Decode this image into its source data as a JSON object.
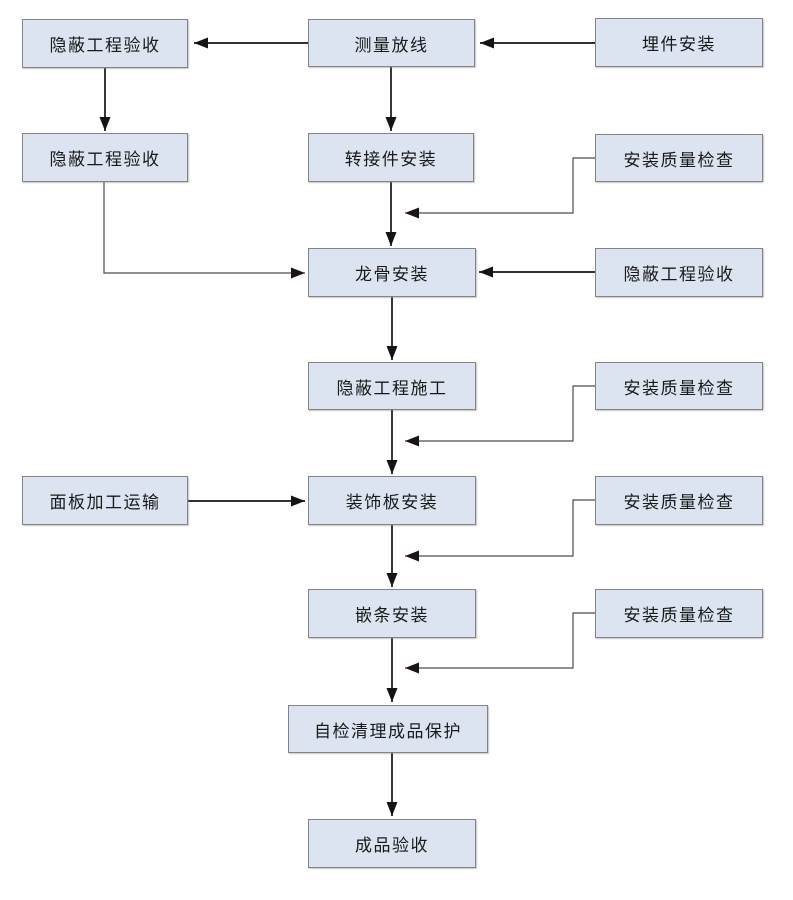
{
  "diagram": {
    "type": "flowchart",
    "colors": {
      "node_fill": "#dce4f1",
      "node_border": "#848484",
      "arrow": "#141414",
      "background": "#ffffff"
    },
    "nodes": {
      "hidden_acceptance_top": {
        "label": "隐蔽工程验收"
      },
      "measure_layout": {
        "label": "测量放线"
      },
      "embedded_install": {
        "label": "埋件安装"
      },
      "hidden_acceptance_left": {
        "label": "隐蔽工程验收"
      },
      "adapter_install": {
        "label": "转接件安装"
      },
      "quality_check_1": {
        "label": "安装质量检查"
      },
      "keel_install": {
        "label": "龙骨安装"
      },
      "hidden_acceptance_right": {
        "label": "隐蔽工程验收"
      },
      "hidden_construction": {
        "label": "隐蔽工程施工"
      },
      "quality_check_2": {
        "label": "安装质量检查"
      },
      "panel_transport": {
        "label": "面板加工运输"
      },
      "decorative_install": {
        "label": "装饰板安装"
      },
      "quality_check_3": {
        "label": "安装质量检查"
      },
      "strip_install": {
        "label": "嵌条安装"
      },
      "quality_check_4": {
        "label": "安装质量检查"
      },
      "self_check": {
        "label": "自检清理成品保护"
      },
      "final_acceptance": {
        "label": "成品验收"
      }
    },
    "edges": [
      {
        "from": "measure_layout",
        "to": "hidden_acceptance_top"
      },
      {
        "from": "embedded_install",
        "to": "measure_layout"
      },
      {
        "from": "hidden_acceptance_top",
        "to": "hidden_acceptance_left"
      },
      {
        "from": "measure_layout",
        "to": "adapter_install"
      },
      {
        "from": "adapter_install",
        "to": "keel_install"
      },
      {
        "from": "quality_check_1",
        "to": "adapter_install-keel_install-line"
      },
      {
        "from": "hidden_acceptance_left",
        "to": "keel_install"
      },
      {
        "from": "hidden_acceptance_right",
        "to": "keel_install"
      },
      {
        "from": "keel_install",
        "to": "hidden_construction"
      },
      {
        "from": "hidden_construction",
        "to": "decorative_install"
      },
      {
        "from": "quality_check_2",
        "to": "hidden_construction-decorative_install-line"
      },
      {
        "from": "panel_transport",
        "to": "decorative_install"
      },
      {
        "from": "decorative_install",
        "to": "strip_install"
      },
      {
        "from": "quality_check_3",
        "to": "decorative_install-strip_install-line"
      },
      {
        "from": "strip_install",
        "to": "self_check"
      },
      {
        "from": "quality_check_4",
        "to": "strip_install-self_check-line"
      },
      {
        "from": "self_check",
        "to": "final_acceptance"
      }
    ]
  }
}
